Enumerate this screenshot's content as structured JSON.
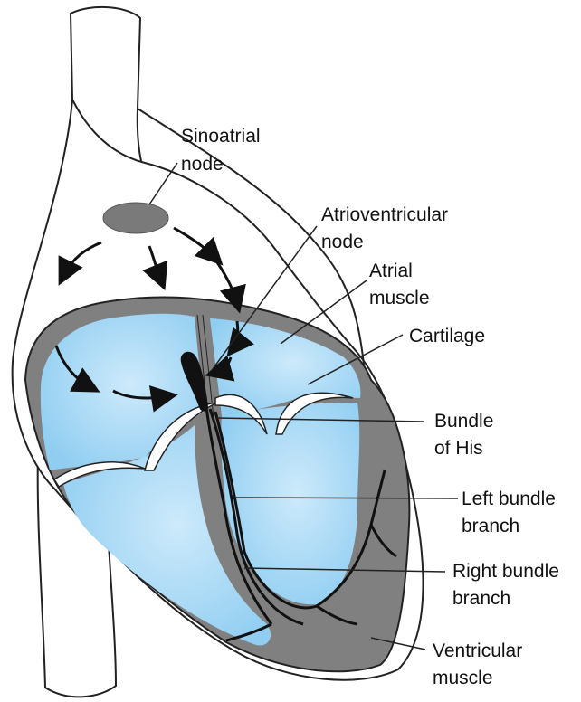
{
  "labels": {
    "sinoatrial_node": [
      "Sinoatrial",
      "node"
    ],
    "atrioventricular_node": [
      "Atrioventricular",
      "node"
    ],
    "atrial_muscle": [
      "Atrial",
      "muscle"
    ],
    "cartilage": [
      "Cartilage"
    ],
    "bundle_of_his": [
      "Bundle",
      "of His"
    ],
    "left_bundle_branch": [
      "Left bundle",
      "branch"
    ],
    "right_bundle_branch": [
      "Right bundle",
      "branch"
    ],
    "ventricular_muscle": [
      "Ventricular",
      "muscle"
    ]
  },
  "colors": {
    "chamber_fill": "#a9d8f5",
    "chamber_light": "#cdeafb",
    "muscle_wall": "#7f7f7f",
    "conduction": "#111111",
    "outline": "#222222",
    "cartilage": "#ffffff"
  }
}
